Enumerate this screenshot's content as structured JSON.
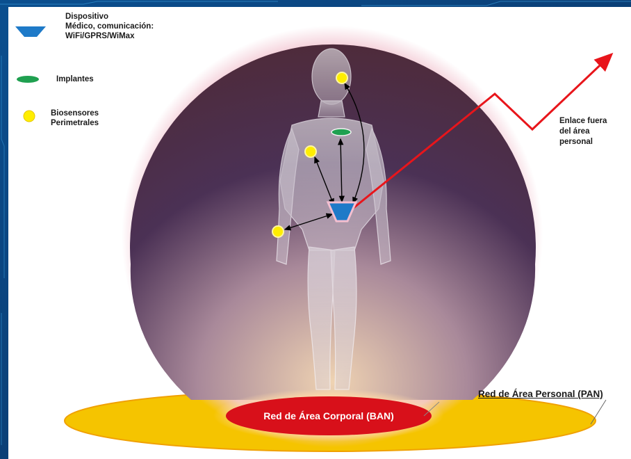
{
  "legend": {
    "device_label": "Dispositivo\nMédico, comunicación:\nWiFi/GPRS/WiMax",
    "implants_label": "Implantes",
    "biosensors_label": "Biosensores\nPerimetrales"
  },
  "labels": {
    "external_link": "Enlace fuera\ndel área\npersonal",
    "pan": "Red de Área Personal (PAN)",
    "ban": "Red de Área Corporal (BAN)"
  },
  "colors": {
    "device": "#1e7ac8",
    "implant": "#1fa050",
    "biosensor": "#ffee00",
    "link_arrow": "#e8151b",
    "pan_ellipse": "#f5c400",
    "ban_ellipse": "#d8101a",
    "sphere_top": "#4a2a3e",
    "sphere_bottom": "#e6c8a8"
  }
}
